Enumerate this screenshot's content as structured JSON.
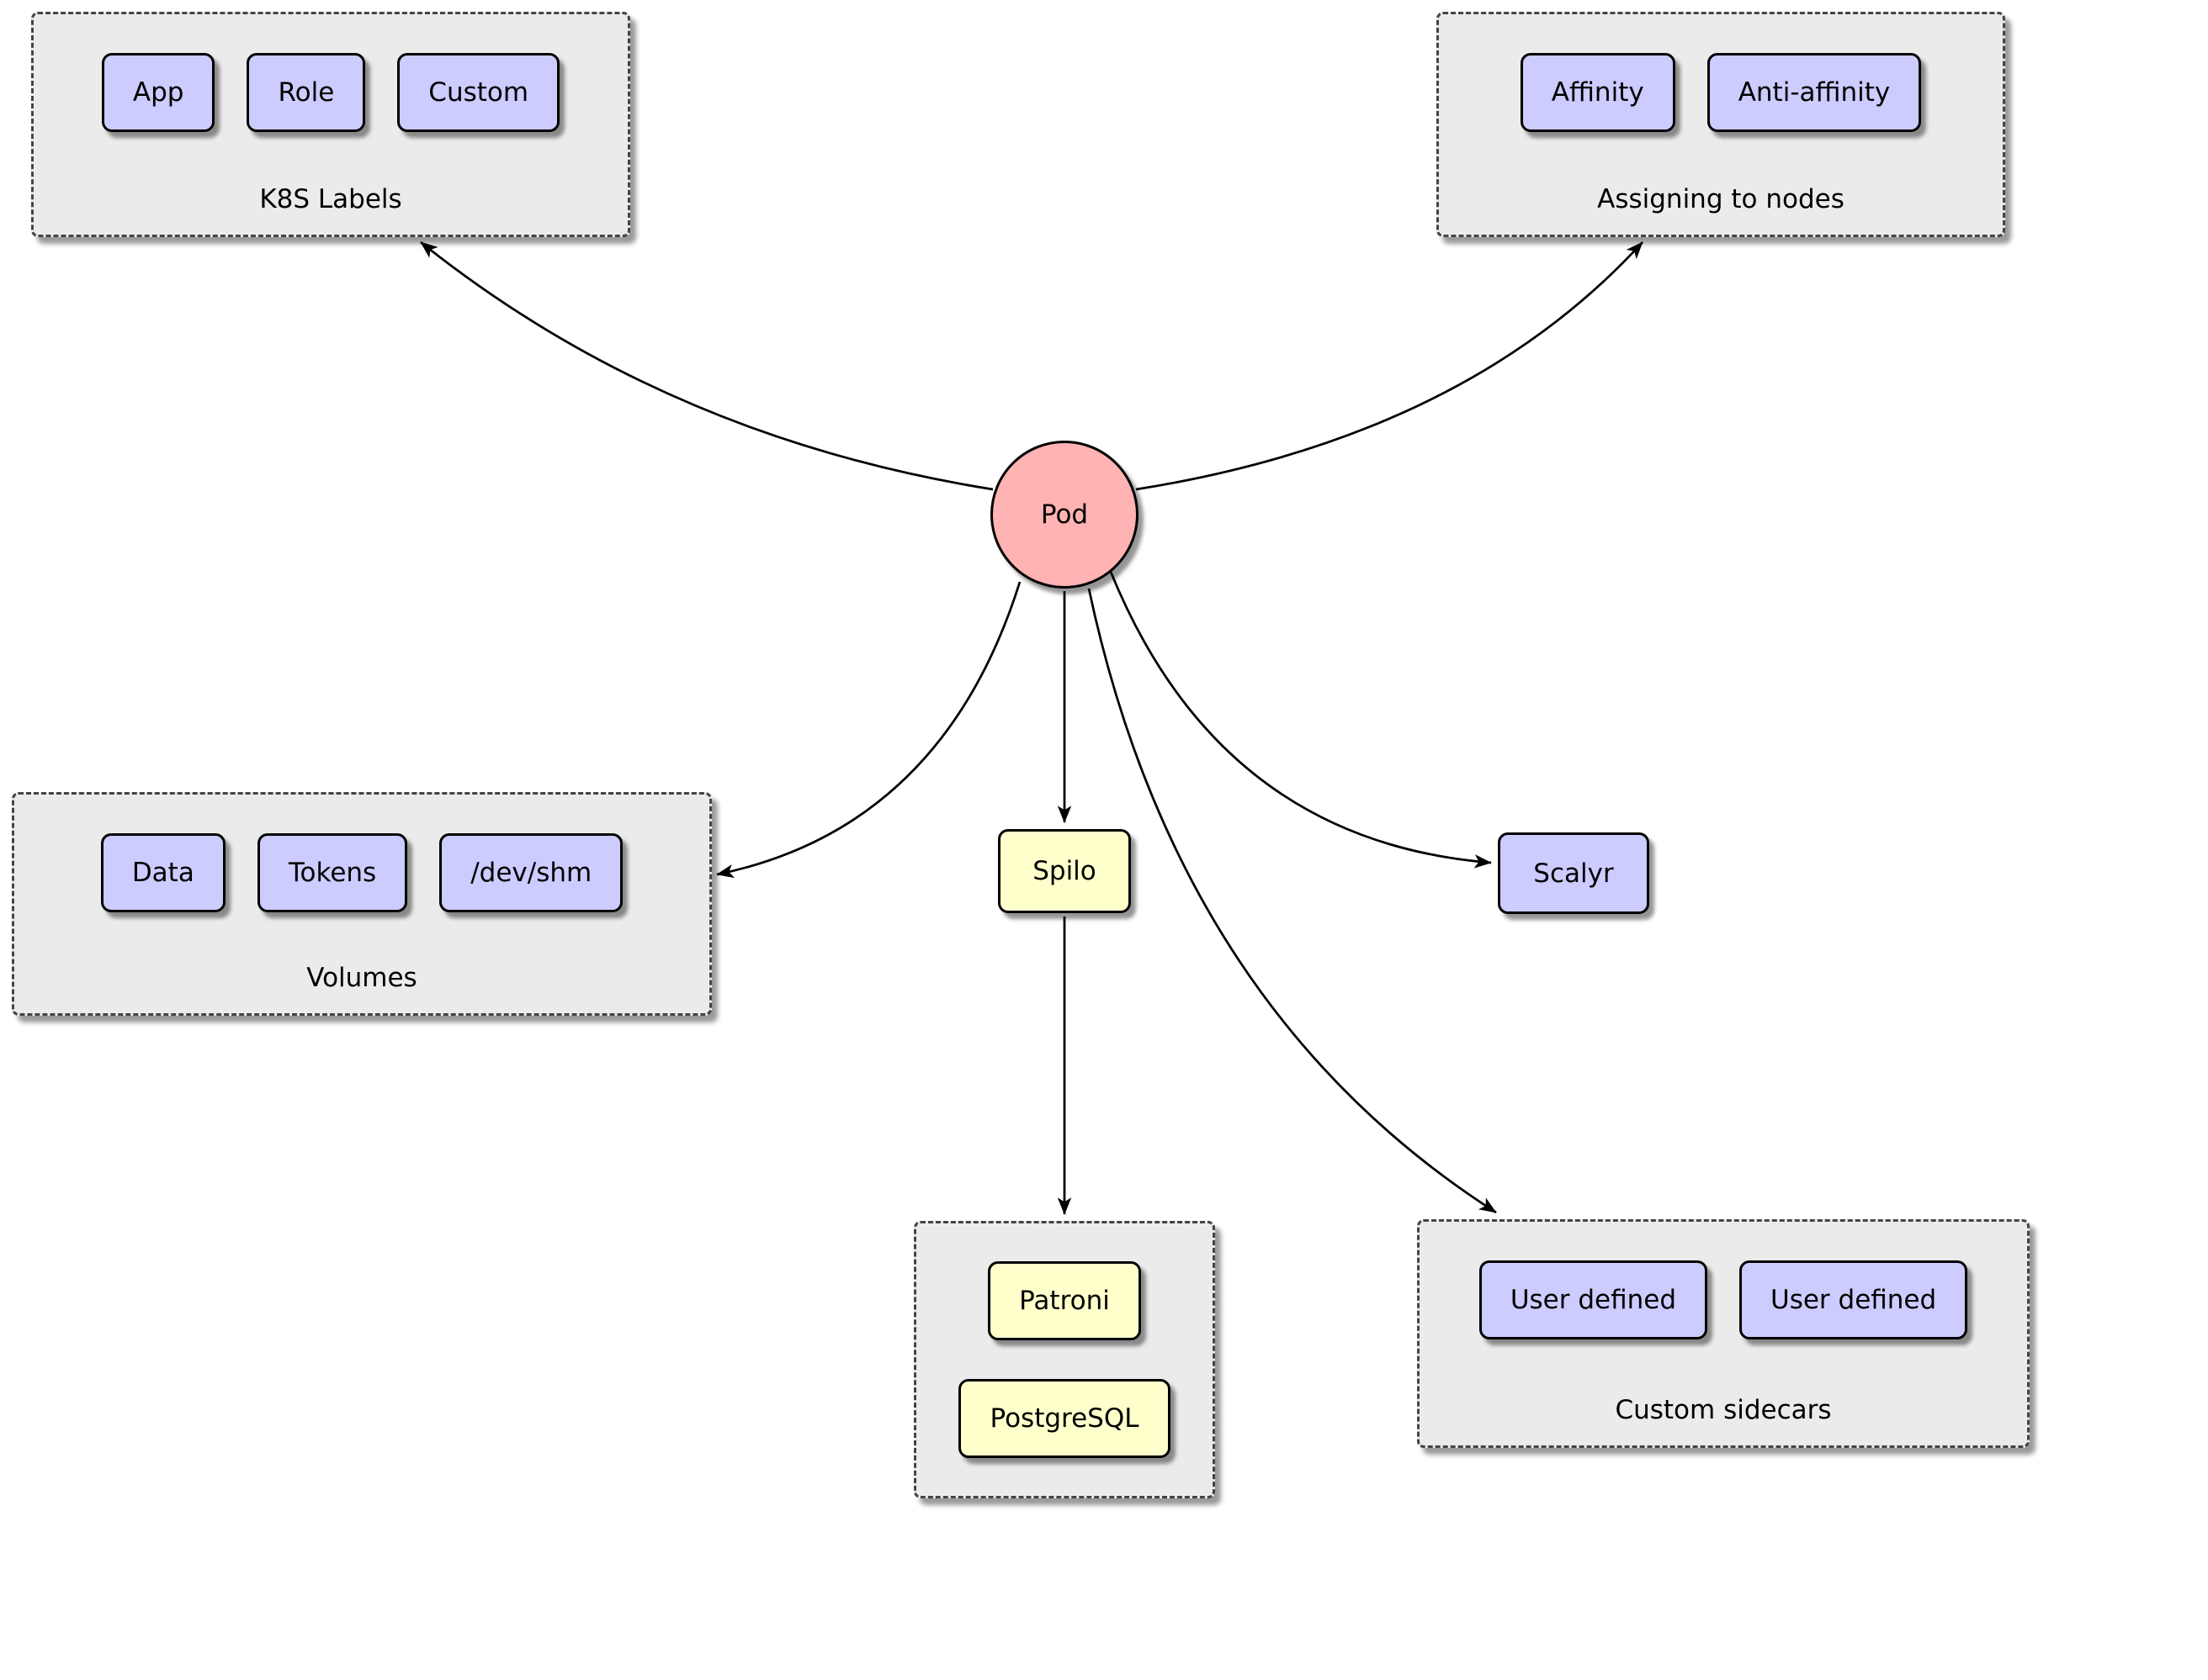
{
  "colors": {
    "pod_fill": "#ffb3b3",
    "chip_fill": "#ccccff",
    "yellow_fill": "#ffffcc",
    "group_fill": "#ebebeb",
    "edge": "#000000"
  },
  "pod": {
    "label": "Pod"
  },
  "k8s_labels": {
    "title": "K8S Labels",
    "items": [
      "App",
      "Role",
      "Custom"
    ]
  },
  "assigning": {
    "title": "Assigning to nodes",
    "items": [
      "Affinity",
      "Anti-affinity"
    ]
  },
  "volumes": {
    "title": "Volumes",
    "items": [
      "Data",
      "Tokens",
      "/dev/shm"
    ]
  },
  "spilo": {
    "label": "Spilo"
  },
  "scalyr": {
    "label": "Scalyr"
  },
  "spilo_children": {
    "items": [
      "Patroni",
      "PostgreSQL"
    ]
  },
  "custom_sidecars": {
    "title": "Custom sidecars",
    "items": [
      "User defined",
      "User defined"
    ]
  },
  "edges": [
    {
      "from": "Pod",
      "to": "K8S Labels"
    },
    {
      "from": "Pod",
      "to": "Assigning to nodes"
    },
    {
      "from": "Pod",
      "to": "Volumes"
    },
    {
      "from": "Pod",
      "to": "Spilo"
    },
    {
      "from": "Pod",
      "to": "Scalyr"
    },
    {
      "from": "Pod",
      "to": "Custom sidecars"
    },
    {
      "from": "Spilo",
      "to": "Patroni/PostgreSQL"
    }
  ]
}
